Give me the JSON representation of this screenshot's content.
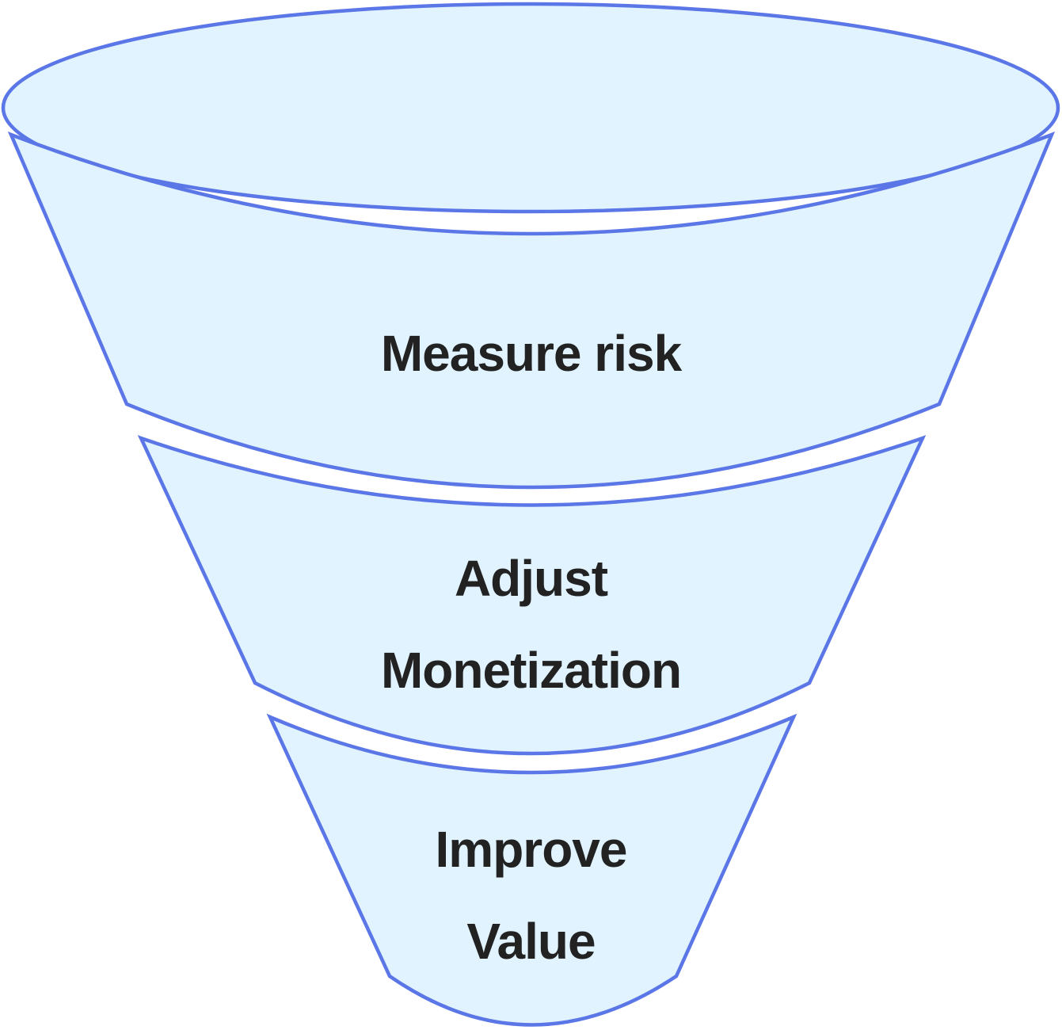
{
  "diagram": {
    "type": "funnel",
    "colors": {
      "fill": "#e0f3fe",
      "stroke": "#5b76e6",
      "text": "#222222",
      "background": "#ffffff"
    },
    "stages": [
      {
        "lines": [
          "Measure risk"
        ]
      },
      {
        "lines": [
          "Adjust",
          "Monetization"
        ]
      },
      {
        "lines": [
          "Improve",
          "Value"
        ]
      }
    ]
  }
}
